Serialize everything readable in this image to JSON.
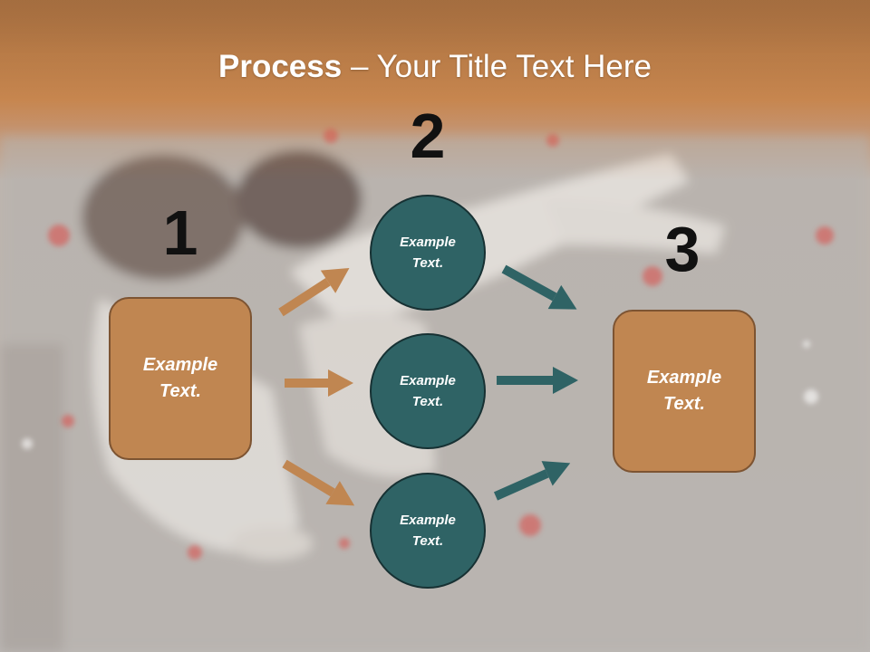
{
  "title": {
    "bold": "Process",
    "rest": " – Your Title Text Here"
  },
  "steps": [
    {
      "number": "1",
      "label": "Example\nText."
    },
    {
      "number": "2",
      "labels": [
        "Example\nText.",
        "Example\nText.",
        "Example\nText."
      ]
    },
    {
      "number": "3",
      "label": "Example\nText."
    }
  ],
  "colors": {
    "box": "#c08651",
    "circle": "#2f6365",
    "arrow_left": "#c08651",
    "arrow_right": "#2f6365"
  }
}
